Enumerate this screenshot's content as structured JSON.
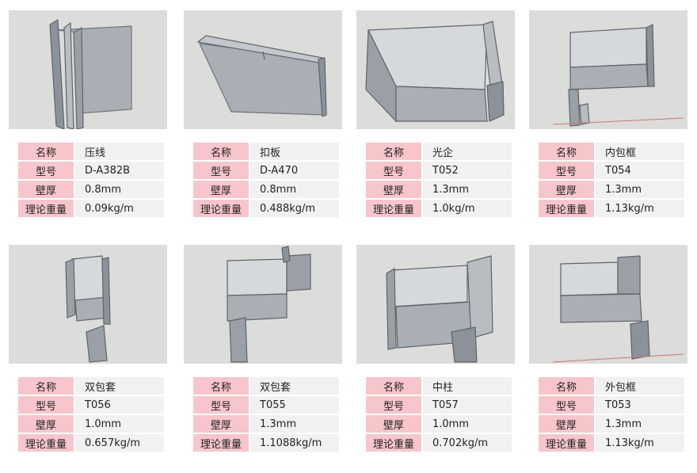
{
  "labels": {
    "name": "名称",
    "model": "型号",
    "thickness": "壁厚",
    "weight": "理论重量"
  },
  "products": [
    {
      "icon": "door-profile-icon",
      "name": "压线",
      "model": "D-A382B",
      "thickness": "0.8mm",
      "weight": "0.09kg/m"
    },
    {
      "icon": "door-profile-icon",
      "name": "扣板",
      "model": "D-A470",
      "thickness": "0.8mm",
      "weight": "0.488kg/m"
    },
    {
      "icon": "door-profile-icon",
      "name": "光企",
      "model": "T052",
      "thickness": "1.3mm",
      "weight": "1.0kg/m"
    },
    {
      "icon": "door-profile-icon",
      "name": "内包框",
      "model": "T054",
      "thickness": "1.3mm",
      "weight": "1.13kg/m"
    },
    {
      "icon": "door-profile-icon",
      "name": "双包套",
      "model": "T056",
      "thickness": "1.0mm",
      "weight": "0.657kg/m"
    },
    {
      "icon": "door-profile-icon",
      "name": "双包套",
      "model": "T055",
      "thickness": "1.3mm",
      "weight": "1.1088kg/m"
    },
    {
      "icon": "door-profile-icon",
      "name": "中柱",
      "model": "T057",
      "thickness": "1.0mm",
      "weight": "0.702kg/m"
    },
    {
      "icon": "door-profile-icon",
      "name": "外包框",
      "model": "T053",
      "thickness": "1.3mm",
      "weight": "1.13kg/m"
    }
  ],
  "colors": {
    "label_bg": "#f6c6cb",
    "value_bg": "#f1f1f1",
    "image_bg": "#dcdcda",
    "metal": "#9ea4ab"
  }
}
